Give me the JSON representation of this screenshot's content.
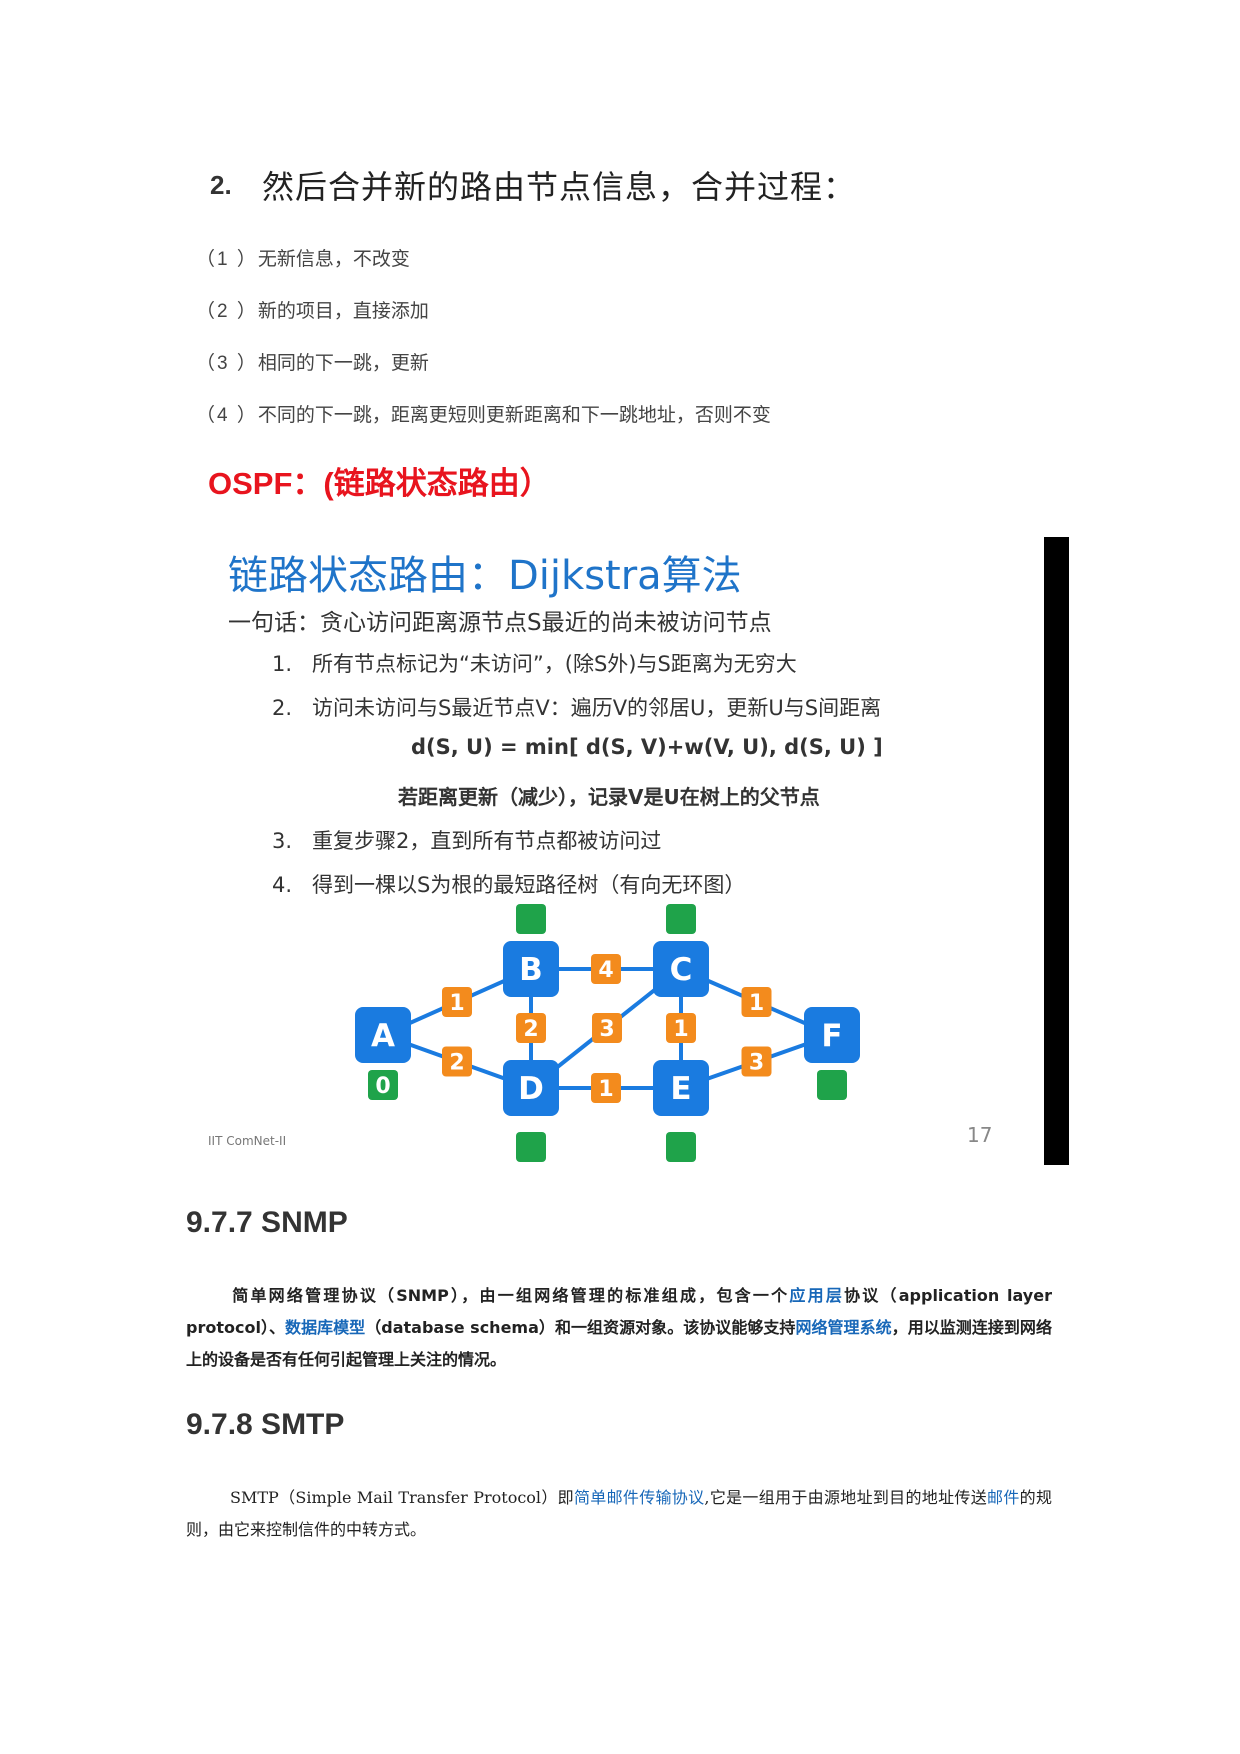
{
  "heading2": {
    "number": "2.",
    "text": "然后合并新的路由节点信息，合并过程："
  },
  "merge_rules": [
    {
      "no": "（1 ）",
      "text": "无新信息，不改变"
    },
    {
      "no": "（2 ）",
      "text": "新的项目，直接添加"
    },
    {
      "no": "（3 ）",
      "text": "相同的下一跳，更新"
    },
    {
      "no": "（4 ）",
      "text": "不同的下一跳，距离更短则更新距离和下一跳地址，否则不变"
    }
  ],
  "ospf_heading": "OSPF：(链路状态路由）",
  "slide": {
    "title": "链路状态路由：Dijkstra算法",
    "subtitle": "一句话：贪心访问距离源节点S最近的尚未被访问节点",
    "steps": [
      {
        "n": "1.",
        "text": "所有节点标记为“未访问”，(除S外)与S距离为无穷大"
      },
      {
        "n": "2.",
        "text": "访问未访问与S最近节点V：遍历V的邻居U，更新U与S间距离"
      },
      {
        "n": "3.",
        "text": "重复步骤2，直到所有节点都被访问过"
      },
      {
        "n": "4.",
        "text": "得到一棵以S为根的最短路径树（有向无环图）"
      }
    ],
    "formula": "d(S, U) = min[  d(S, V)+w(V, U),  d(S, U) ]",
    "note": "若距离更新（减少），记录V是U在树上的父节点",
    "footer": "IIT ComNet-II",
    "page_number": "17",
    "graph": {
      "nodes": [
        "A",
        "B",
        "C",
        "D",
        "E",
        "F"
      ],
      "distance_labels": {
        "A": "0"
      },
      "edge_weights": [
        {
          "from": "A",
          "to": "B",
          "w": "1"
        },
        {
          "from": "A",
          "to": "D",
          "w": "2"
        },
        {
          "from": "B",
          "to": "C",
          "w": "4"
        },
        {
          "from": "B",
          "to": "D",
          "w": "2"
        },
        {
          "from": "C",
          "to": "D",
          "w": "3"
        },
        {
          "from": "C",
          "to": "E",
          "w": "1"
        },
        {
          "from": "C",
          "to": "F",
          "w": "1"
        },
        {
          "from": "D",
          "to": "E",
          "w": "1"
        },
        {
          "from": "E",
          "to": "F",
          "w": "3"
        }
      ],
      "colors": {
        "node": "#1a7be0",
        "weight": "#f38b1d",
        "distance": "#1fa34a",
        "edge": "#1a7be0"
      }
    }
  },
  "snmp": {
    "heading": "9.7.7  SNMP",
    "p1": "简单网络管理协议（SNMP），由一组网络管理的标准组成，包含一个",
    "link1": "应用层",
    "p2": "协议（application layer protocol）、",
    "link2": "数据库模型",
    "p3": "（database schema）和一组资源对象。该协议能够支持",
    "link3": "网络管理系统",
    "p4": "，用以监测连接到网络上的设备是否有任何引起管理上关注的情况。"
  },
  "smtp": {
    "heading": "9.7.8  SMTP",
    "p1": "SMTP（Simple Mail Transfer Protocol）即",
    "link1": "简单邮件传输协议",
    "p2": ",它是一组用于由源地址到目的地址传送",
    "link2": "邮件",
    "p3": "的规则，由它来控制信件的中转方式。"
  }
}
